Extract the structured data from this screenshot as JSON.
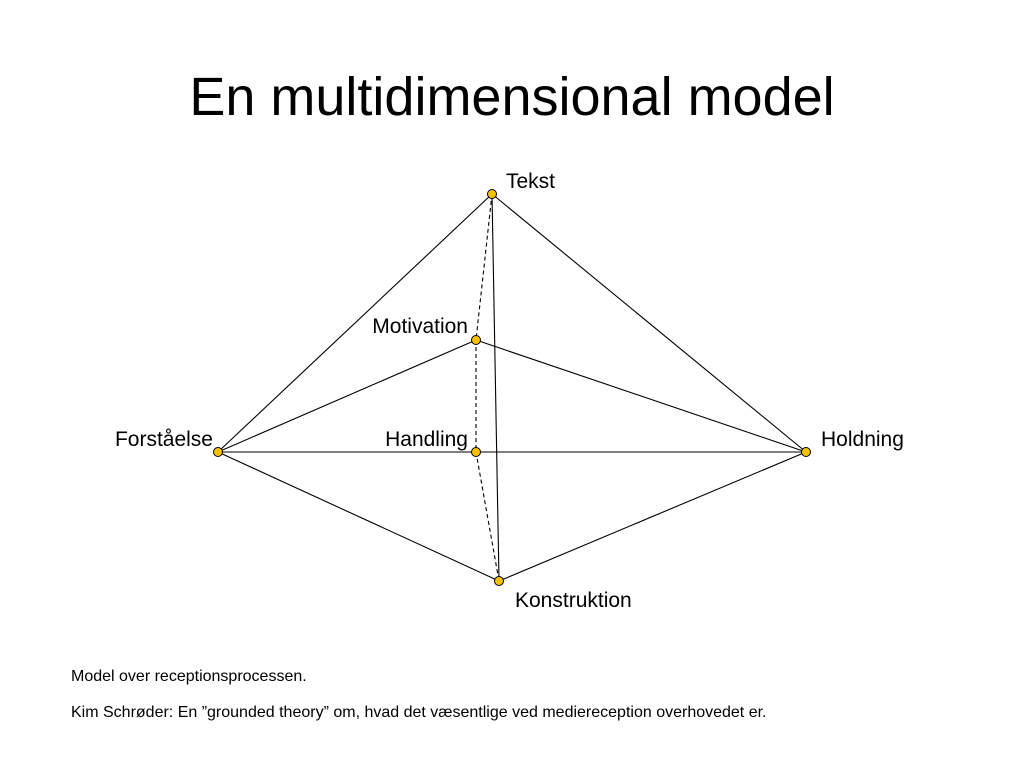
{
  "slide": {
    "title": "En multidimensional model"
  },
  "diagram": {
    "nodes": [
      {
        "id": "tekst",
        "label": "Tekst"
      },
      {
        "id": "motivation",
        "label": "Motivation"
      },
      {
        "id": "forstaaelse",
        "label": "Forståelse"
      },
      {
        "id": "handling",
        "label": "Handling"
      },
      {
        "id": "holdning",
        "label": "Holdning"
      },
      {
        "id": "konstruktion",
        "label": "Konstruktion"
      }
    ],
    "edges": [
      {
        "from": "tekst",
        "to": "forstaaelse",
        "style": "solid"
      },
      {
        "from": "tekst",
        "to": "holdning",
        "style": "solid"
      },
      {
        "from": "tekst",
        "to": "konstruktion",
        "style": "solid"
      },
      {
        "from": "tekst",
        "to": "motivation",
        "style": "dashed"
      },
      {
        "from": "motivation",
        "to": "forstaaelse",
        "style": "solid"
      },
      {
        "from": "motivation",
        "to": "holdning",
        "style": "solid"
      },
      {
        "from": "motivation",
        "to": "handling",
        "style": "dashed"
      },
      {
        "from": "forstaaelse",
        "to": "holdning",
        "style": "solid"
      },
      {
        "from": "forstaaelse",
        "to": "konstruktion",
        "style": "solid"
      },
      {
        "from": "holdning",
        "to": "konstruktion",
        "style": "solid"
      },
      {
        "from": "handling",
        "to": "konstruktion",
        "style": "dashed"
      }
    ],
    "node_color": "#f5c100",
    "line_color": "#000000"
  },
  "captions": {
    "line1": "Model over receptionsprocessen.",
    "line2": "Kim Schrøder: En ”grounded theory” om, hvad det væsentlige ved medie­reception overhovedet er."
  }
}
